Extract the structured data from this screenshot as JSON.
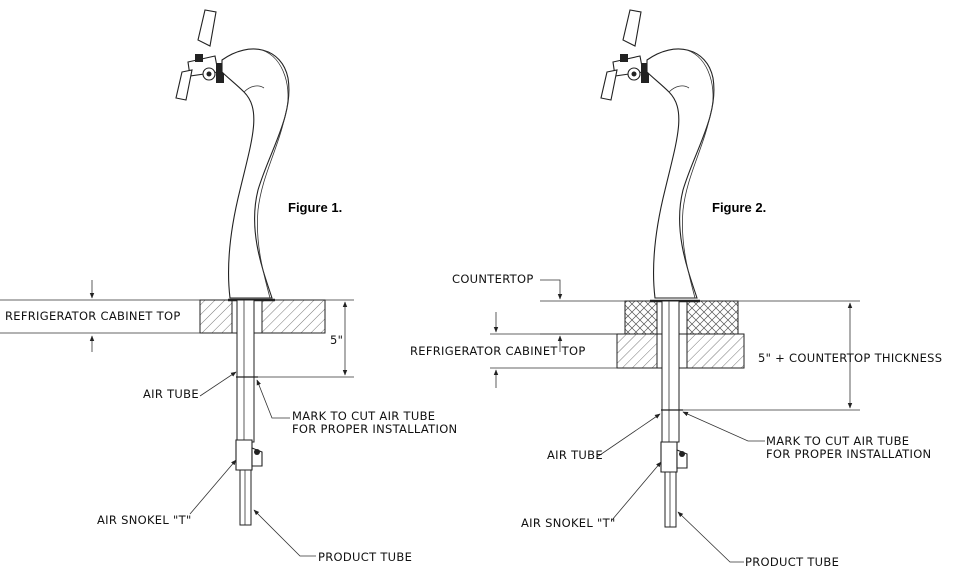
{
  "figures": [
    {
      "title": "Figure 1.",
      "labels": {
        "cabinet_top": "REFRIGERATOR CABINET TOP",
        "dimension": "5\"",
        "air_tube": "AIR TUBE",
        "mark_line1": "MARK TO CUT AIR TUBE",
        "mark_line2": "FOR PROPER INSTALLATION",
        "snorkel": "AIR SNOKEL \"T\"",
        "product_tube": "PRODUCT TUBE"
      }
    },
    {
      "title": "Figure 2.",
      "labels": {
        "countertop": "COUNTERTOP",
        "cabinet_top": "REFRIGERATOR CABINET TOP",
        "dimension": "5\" + COUNTERTOP THICKNESS",
        "air_tube": "AIR TUBE",
        "mark_line1": "MARK TO CUT AIR TUBE",
        "mark_line2": "FOR PROPER INSTALLATION",
        "snorkel": "AIR SNOKEL \"T\"",
        "product_tube": "PRODUCT TUBE"
      }
    }
  ]
}
